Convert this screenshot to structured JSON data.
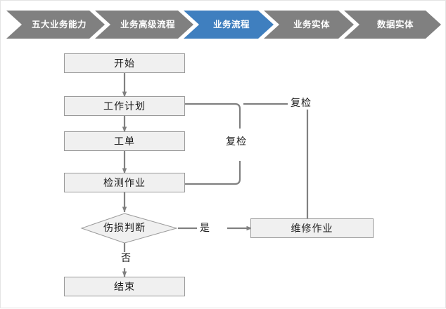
{
  "breadcrumb": {
    "active_color": "#3f7fbf",
    "inactive_color": "#808080",
    "text_color": "#ffffff",
    "items": [
      {
        "label": "五大业务能力",
        "active": false
      },
      {
        "label": "业务高级流程",
        "active": false
      },
      {
        "label": "业务流程",
        "active": true
      },
      {
        "label": "业务实体",
        "active": false
      },
      {
        "label": "数据实体",
        "active": false
      }
    ]
  },
  "flowchart": {
    "type": "diagram",
    "node_fill": "#f0f0f0",
    "node_border": "#9a9a9a",
    "connector_color": "#808080",
    "nodes": [
      {
        "id": "start",
        "label": "开始",
        "shape": "rect"
      },
      {
        "id": "workplan",
        "label": "工作计划",
        "shape": "rect"
      },
      {
        "id": "workorder",
        "label": "工单",
        "shape": "rect"
      },
      {
        "id": "inspect",
        "label": "检测作业",
        "shape": "rect"
      },
      {
        "id": "judge",
        "label": "伤损判断",
        "shape": "diamond"
      },
      {
        "id": "repair",
        "label": "维修作业",
        "shape": "rect"
      },
      {
        "id": "end",
        "label": "结束",
        "shape": "rect"
      }
    ],
    "edges": [
      {
        "from": "start",
        "to": "workplan",
        "label": ""
      },
      {
        "from": "workplan",
        "to": "workorder",
        "label": ""
      },
      {
        "from": "workorder",
        "to": "inspect",
        "label": ""
      },
      {
        "from": "inspect",
        "to": "judge",
        "label": ""
      },
      {
        "from": "judge",
        "to": "repair",
        "label": "是"
      },
      {
        "from": "judge",
        "to": "end",
        "label": "否"
      },
      {
        "from": "inspect",
        "to": "workplan",
        "label": "复检"
      },
      {
        "from": "repair",
        "to": "workplan",
        "label": "复检"
      }
    ],
    "labels": {
      "yes": "是",
      "no": "否",
      "recheck_inner": "复检",
      "recheck_outer": "复检"
    }
  }
}
